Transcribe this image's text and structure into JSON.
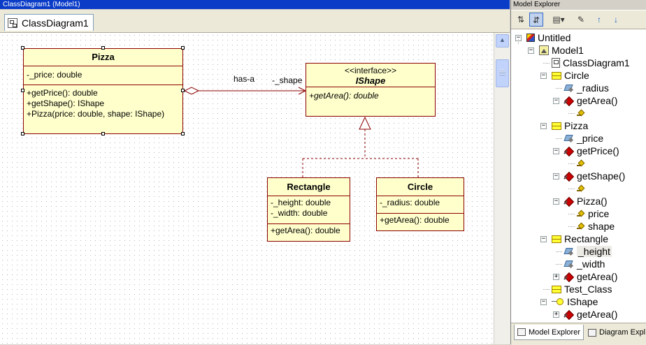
{
  "window": {
    "title": "ClassDiagram1 (Model1)"
  },
  "tab": {
    "label": "ClassDiagram1"
  },
  "diagram": {
    "pizza": {
      "name": "Pizza",
      "attributes": [
        "-_price: double"
      ],
      "operations": [
        "+getPrice(): double",
        "+getShape(): IShape",
        "+Pizza(price: double, shape: IShape)"
      ]
    },
    "ishape": {
      "stereotype": "<<interface>>",
      "name": "IShape",
      "operations": [
        "+getArea(): double"
      ]
    },
    "rectangle": {
      "name": "Rectangle",
      "attributes": [
        "-_height: double",
        "-_width: double"
      ],
      "operations": [
        "+getArea(): double"
      ]
    },
    "circle": {
      "name": "Circle",
      "attributes": [
        "-_radius: double"
      ],
      "operations": [
        "+getArea(): double"
      ]
    },
    "association": {
      "name": "has-a",
      "role": "-_shape"
    }
  },
  "explorer": {
    "title": "Model Explorer",
    "tree": [
      {
        "label": "Untitled",
        "icon": "project-icon",
        "expander": "-"
      },
      {
        "label": "Model1",
        "icon": "model-icon",
        "expander": "-"
      },
      {
        "label": "ClassDiagram1",
        "icon": "class-diagram-icon",
        "expander": ""
      },
      {
        "label": "Circle",
        "icon": "class-icon",
        "expander": "-"
      },
      {
        "label": "_radius",
        "icon": "attribute-icon",
        "expander": ""
      },
      {
        "label": "getArea()",
        "icon": "operation-icon",
        "expander": "-"
      },
      {
        "label": "",
        "icon": "parameter-icon",
        "expander": ""
      },
      {
        "label": "Pizza",
        "icon": "class-icon",
        "expander": "-"
      },
      {
        "label": "_price",
        "icon": "attribute-icon",
        "expander": ""
      },
      {
        "label": "getPrice()",
        "icon": "operation-icon",
        "expander": "-"
      },
      {
        "label": "",
        "icon": "parameter-icon",
        "expander": ""
      },
      {
        "label": "getShape()",
        "icon": "operation-icon",
        "expander": "-"
      },
      {
        "label": "",
        "icon": "parameter-icon",
        "expander": ""
      },
      {
        "label": "Pizza()",
        "icon": "operation-icon",
        "expander": "-"
      },
      {
        "label": "price",
        "icon": "parameter-icon",
        "expander": ""
      },
      {
        "label": "shape",
        "icon": "parameter-icon",
        "expander": ""
      },
      {
        "label": "Rectangle",
        "icon": "class-icon",
        "expander": "-"
      },
      {
        "label": "_height",
        "icon": "attribute-icon",
        "expander": "",
        "selected": true
      },
      {
        "label": "_width",
        "icon": "attribute-icon",
        "expander": ""
      },
      {
        "label": "getArea()",
        "icon": "operation-icon",
        "expander": "+"
      },
      {
        "label": "Test_Class",
        "icon": "class-icon",
        "expander": ""
      },
      {
        "label": "IShape",
        "icon": "interface-icon",
        "expander": "-"
      },
      {
        "label": "getArea()",
        "icon": "operation-icon",
        "expander": "+"
      }
    ],
    "tabs": [
      {
        "label": "Model Explorer",
        "active": true
      },
      {
        "label": "Diagram Expl",
        "active": false
      }
    ]
  }
}
